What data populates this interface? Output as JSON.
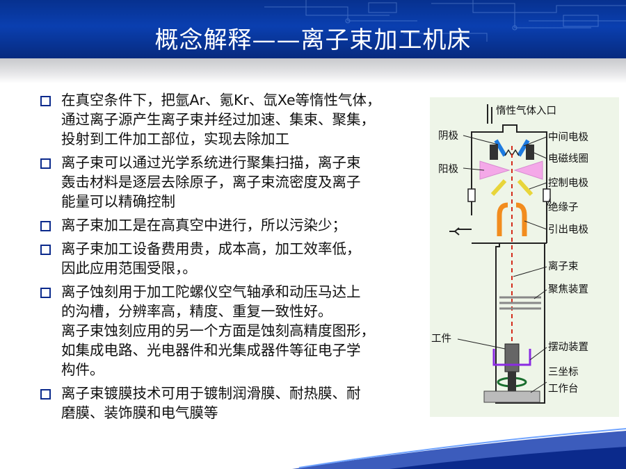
{
  "slide": {
    "title": "概念解释——离子束加工机床"
  },
  "bullets": [
    {
      "lines": [
        "在真空条件下，把氩Ar、氪Kr、氙Xe等惰性气体，",
        "通过离子源产生离子束并经过加速、集束、聚集，",
        "投射到工件加工部位，实现去除加工"
      ]
    },
    {
      "lines": [
        "离子束可以通过光学系统进行聚集扫描，离子束",
        "轰击材料是逐层去除原子，离子束流密度及离子",
        "能量可以精确控制"
      ]
    },
    {
      "lines": [
        "离子束加工是在高真空中进行，所以污染少；"
      ]
    },
    {
      "lines": [
        "离子束加工设备费用贵，成本高，加工效率低，",
        "因此应用范围受限，。"
      ]
    },
    {
      "lines": [
        "离子蚀刻用于加工陀螺仪空气轴承和动压马达上",
        "的沟槽，分辨率高，精度、重复一致性好。",
        "离子束蚀刻应用的另一个方面是蚀刻高精度图形，",
        "如集成电路、光电器件和光集成器件等征电子学",
        "构件。"
      ]
    },
    {
      "lines": [
        "离子束镀膜技术可用于镀制润滑膜、耐热膜、耐",
        "磨膜、装饰膜和电气膜等"
      ]
    }
  ],
  "diagram": {
    "labels": {
      "gas_inlet": "惰性气体入口",
      "cathode": "阴极",
      "middle_electrode": "中间电极",
      "coil": "电磁线圈",
      "anode": "阳极",
      "control_electrode": "控制电极",
      "insulator": "绝缘子",
      "extraction_electrode": "引出电极",
      "ion_beam": "离子束",
      "focusing_device": "聚焦装置",
      "workpiece": "工件",
      "swing_device": "摆动装置",
      "stage_line1": "三坐标",
      "stage_line2": "工作台"
    },
    "colors": {
      "cathode": "#1e7be0",
      "anode": "#f4a8e8",
      "control_electrode": "#e8d53a",
      "extraction_electrode": "#f28c1e",
      "ion_beam": "#d42a1a",
      "swing_device": "#8a2be2",
      "background": "#eef5e8"
    }
  }
}
